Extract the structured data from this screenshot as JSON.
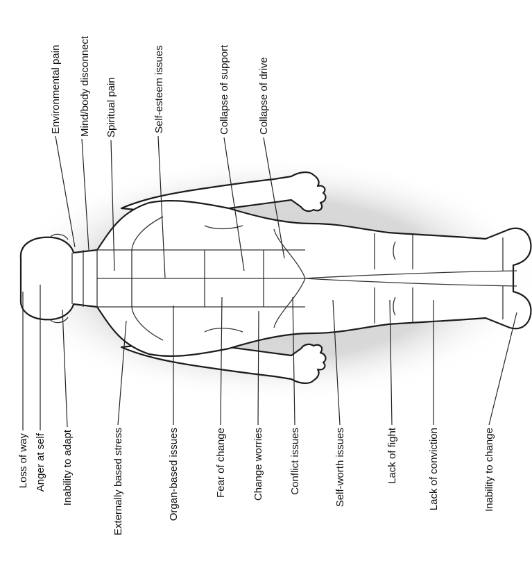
{
  "labels": {
    "top": [
      "Environmental pain",
      "Mind/body disconnect",
      "Spiritual pain",
      "Self-esteem issues",
      "Collapse of support",
      "Collapse of drive"
    ],
    "bottom": [
      "Loss of way",
      "Anger at self",
      "Inability to adapt",
      "Externally based stress",
      "Organ-based issues",
      "Fear of change",
      "Change worries",
      "Conflict issues",
      "Self-worth issues",
      "Lack of fight",
      "Lack of conviction",
      "Inability to change"
    ]
  }
}
